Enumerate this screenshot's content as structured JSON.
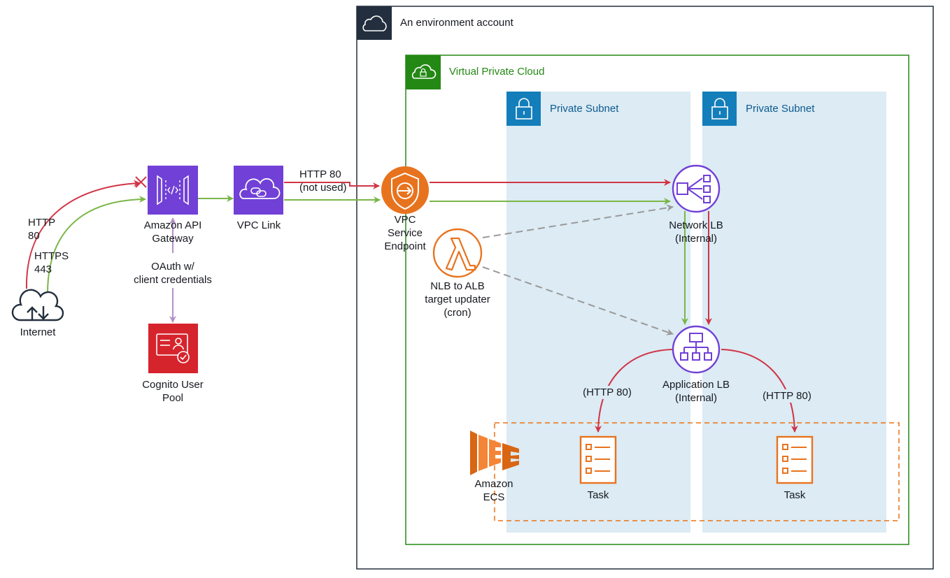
{
  "account": {
    "title": "An environment account",
    "icon": "cloud-icon"
  },
  "vpc": {
    "title": "Virtual Private Cloud",
    "icon": "vpc-lock-cloud-icon"
  },
  "subnets": [
    {
      "title": "Private Subnet",
      "icon": "lock-icon"
    },
    {
      "title": "Private Subnet",
      "icon": "lock-icon"
    }
  ],
  "nodes": {
    "internet": {
      "label": "Internet",
      "icon": "internet-cloud-icon"
    },
    "api_gateway": {
      "label": "Amazon API\nGateway",
      "icon": "api-gateway-icon"
    },
    "vpc_link": {
      "label": "VPC Link",
      "icon": "vpc-link-icon"
    },
    "cognito": {
      "label": "Cognito User\nPool",
      "icon": "cognito-icon"
    },
    "vpc_endpoint": {
      "label": "VPC\nService\nEndpoint",
      "icon": "vpc-endpoint-icon"
    },
    "lambda": {
      "label": "NLB to ALB\ntarget updater\n(cron)",
      "icon": "lambda-icon"
    },
    "nlb": {
      "label": "Network LB\n(Internal)",
      "icon": "network-lb-icon"
    },
    "alb": {
      "label": "Application LB\n(Internal)",
      "icon": "application-lb-icon"
    },
    "ecs": {
      "label": "Amazon\nECS",
      "icon": "ecs-icon"
    },
    "task_1": {
      "label": "Task",
      "icon": "task-icon"
    },
    "task_2": {
      "label": "Task",
      "icon": "task-icon"
    }
  },
  "edges": {
    "http_80": "HTTP\n80",
    "https_443": "HTTPS\n443",
    "oauth": "OAuth w/\nclient credentials",
    "http_80_not_used": "HTTP 80\n(not used)",
    "alb_to_task_1": "(HTTP 80)",
    "alb_to_task_2": "(HTTP 80)"
  },
  "colors": {
    "http": "#d13447",
    "https": "#7ab648",
    "oauth": "#b48fc8",
    "cron": "#9a9a9a",
    "vpc": "#248814",
    "subnet": "#dcebf4",
    "subnet_header": "#147eba",
    "account_header": "#232f3e",
    "ecs_group": "#ec7211",
    "api_gateway": "#7140d6",
    "cognito": "#d6242d",
    "orange": "#e8731e"
  }
}
